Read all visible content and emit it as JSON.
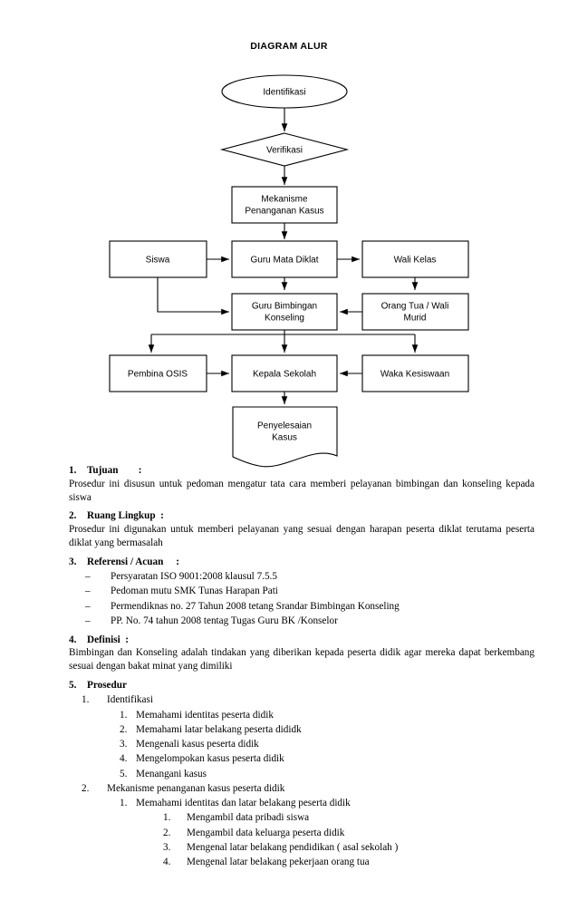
{
  "document": {
    "flow_title": "DIAGRAM ALUR"
  },
  "flowchart": {
    "nodes": [
      {
        "id": "identifikasi",
        "shape": "ellipse",
        "label": "Identifikasi"
      },
      {
        "id": "verifikasi",
        "shape": "diamond",
        "label": "Verifikasi"
      },
      {
        "id": "mekanisme",
        "shape": "rect",
        "label_line1": "Mekanisme",
        "label_line2": "Penanganan Kasus"
      },
      {
        "id": "siswa",
        "shape": "rect",
        "label": "Siswa"
      },
      {
        "id": "guru-mata-diklat",
        "shape": "rect",
        "label": "Guru Mata Diklat"
      },
      {
        "id": "wali-kelas",
        "shape": "rect",
        "label": "Wali Kelas"
      },
      {
        "id": "guru-bimbingan-konseling",
        "shape": "rect",
        "label_line1": "Guru Bimbingan",
        "label_line2": "Konseling"
      },
      {
        "id": "orang-tua-wali-murid",
        "shape": "rect",
        "label_line1": "Orang Tua / Wali",
        "label_line2": "Murid"
      },
      {
        "id": "pembina-osis",
        "shape": "rect",
        "label": "Pembina OSIS"
      },
      {
        "id": "kepala-sekolah",
        "shape": "rect",
        "label": "Kepala Sekolah"
      },
      {
        "id": "waka-kesiswaan",
        "shape": "rect",
        "label": "Waka Kesiswaan"
      },
      {
        "id": "penyelesaian-kasus",
        "shape": "document",
        "label_line1": "Penyelesaian",
        "label_line2": "Kasus"
      }
    ]
  },
  "sections": [
    {
      "num": "1.",
      "heading": "Tujuan        :",
      "body": "Prosedur ini disusun untuk pedoman mengatur tata cara memberi pelayanan bimbingan dan konseling kepada siswa"
    },
    {
      "num": "2.",
      "heading": "Ruang Lingkup  :",
      "body": "Prosedur ini digunakan untuk memberi pelayanan yang sesuai dengan harapan peserta diklat terutama peserta diklat yang bermasalah"
    },
    {
      "num": "3.",
      "heading": "Referensi / Acuan     :",
      "items": [
        "Persyaratan ISO 9001:2008 klausul 7.5.5",
        "Pedoman mutu SMK Tunas Harapan Pati",
        "Permendiknas no. 27 Tahun 2008 tetang Srandar  Bimbingan Konseling",
        "PP. No. 74 tahun 2008 tentag Tugas Guru BK /Konselor"
      ]
    },
    {
      "num": "4.",
      "heading": "Definisi  :",
      "body": "Bimbingan dan Konseling adalah tindakan yang diberikan kepada peserta didik agar mereka dapat berkembang sesuai dengan bakat minat yang dimiliki"
    },
    {
      "num": "5.",
      "heading": "Prosedur",
      "procedure": [
        {
          "mk": "1.",
          "text": "Identifikasi",
          "children": [
            {
              "mk": "1.",
              "text": "Memahami identitas peserta didik"
            },
            {
              "mk": "2.",
              "text": "Memahami latar belakang peserta dididk"
            },
            {
              "mk": "3.",
              "text": "Mengenali kasus peserta didik"
            },
            {
              "mk": "4.",
              "text": "Mengelompokan kasus peserta didik"
            },
            {
              "mk": "5.",
              "text": "Menangani kasus"
            }
          ]
        },
        {
          "mk": "2.",
          "text": "Mekanisme penanganan kasus peserta didik",
          "children": [
            {
              "mk": "1.",
              "text": "Memahami identitas dan latar belakang peserta didik",
              "children": [
                {
                  "mk": "1.",
                  "text": "Mengambil data pribadi siswa"
                },
                {
                  "mk": "2.",
                  "text": "Mengambil data keluarga peserta didik"
                },
                {
                  "mk": "3.",
                  "text": "Mengenal  latar belakang pendidikan ( asal sekolah )"
                },
                {
                  "mk": "4.",
                  "text": "Mengenal latar belakang pekerjaan orang tua"
                }
              ]
            }
          ]
        }
      ]
    }
  ],
  "colors": {
    "ink": "#000000",
    "paper": "#ffffff"
  }
}
